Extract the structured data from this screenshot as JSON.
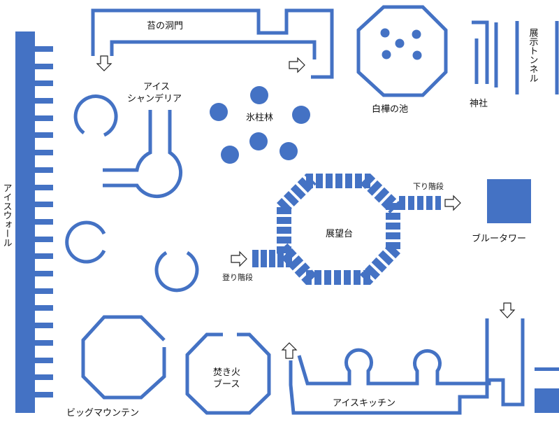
{
  "colors": {
    "wall": "#4472c4",
    "background": "#ffffff",
    "text": "#111111",
    "arrow_fill": "#ffffff",
    "arrow_stroke": "#222222"
  },
  "labels": {
    "moss_cave": "苔の洞門",
    "ice_chandelier_line1": "アイス",
    "ice_chandelier_line2": "シャンデリア",
    "ice_pillar_forest": "氷柱林",
    "birch_pond": "白樺の池",
    "shrine": "神社",
    "exhibit_tunnel": "展示トンネル",
    "ice_wall": "アイスウォール",
    "down_stairs": "下り階段",
    "observatory": "展望台",
    "blue_tower": "ブルータワー",
    "up_stairs": "登り階段",
    "big_mountain": "ビッグマウンテン",
    "bonfire_line1": "焚き火",
    "bonfire_line2": "ブース",
    "ice_kitchen": "アイスキッチン"
  }
}
